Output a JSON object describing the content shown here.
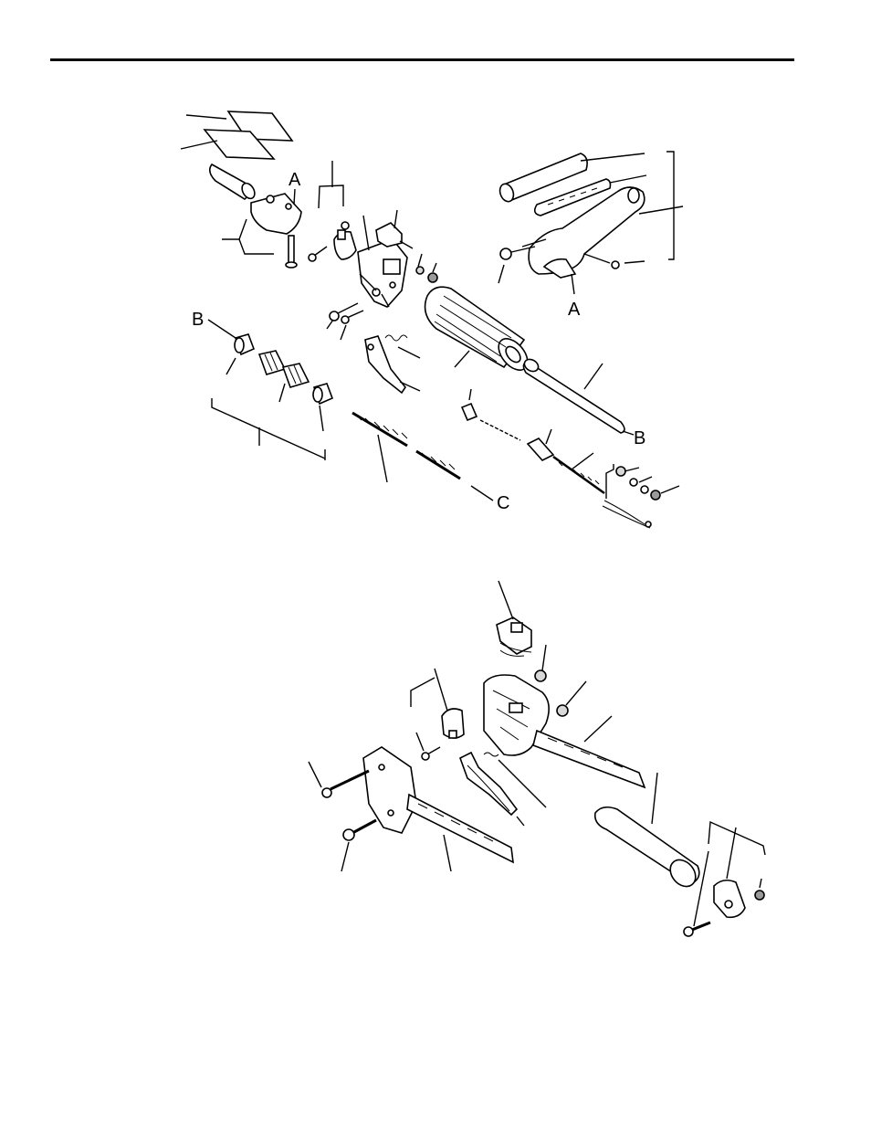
{
  "callouts": {
    "a_top": "A",
    "a_bottom": "A",
    "b_left": "B",
    "b_right": "B",
    "c": "C"
  }
}
